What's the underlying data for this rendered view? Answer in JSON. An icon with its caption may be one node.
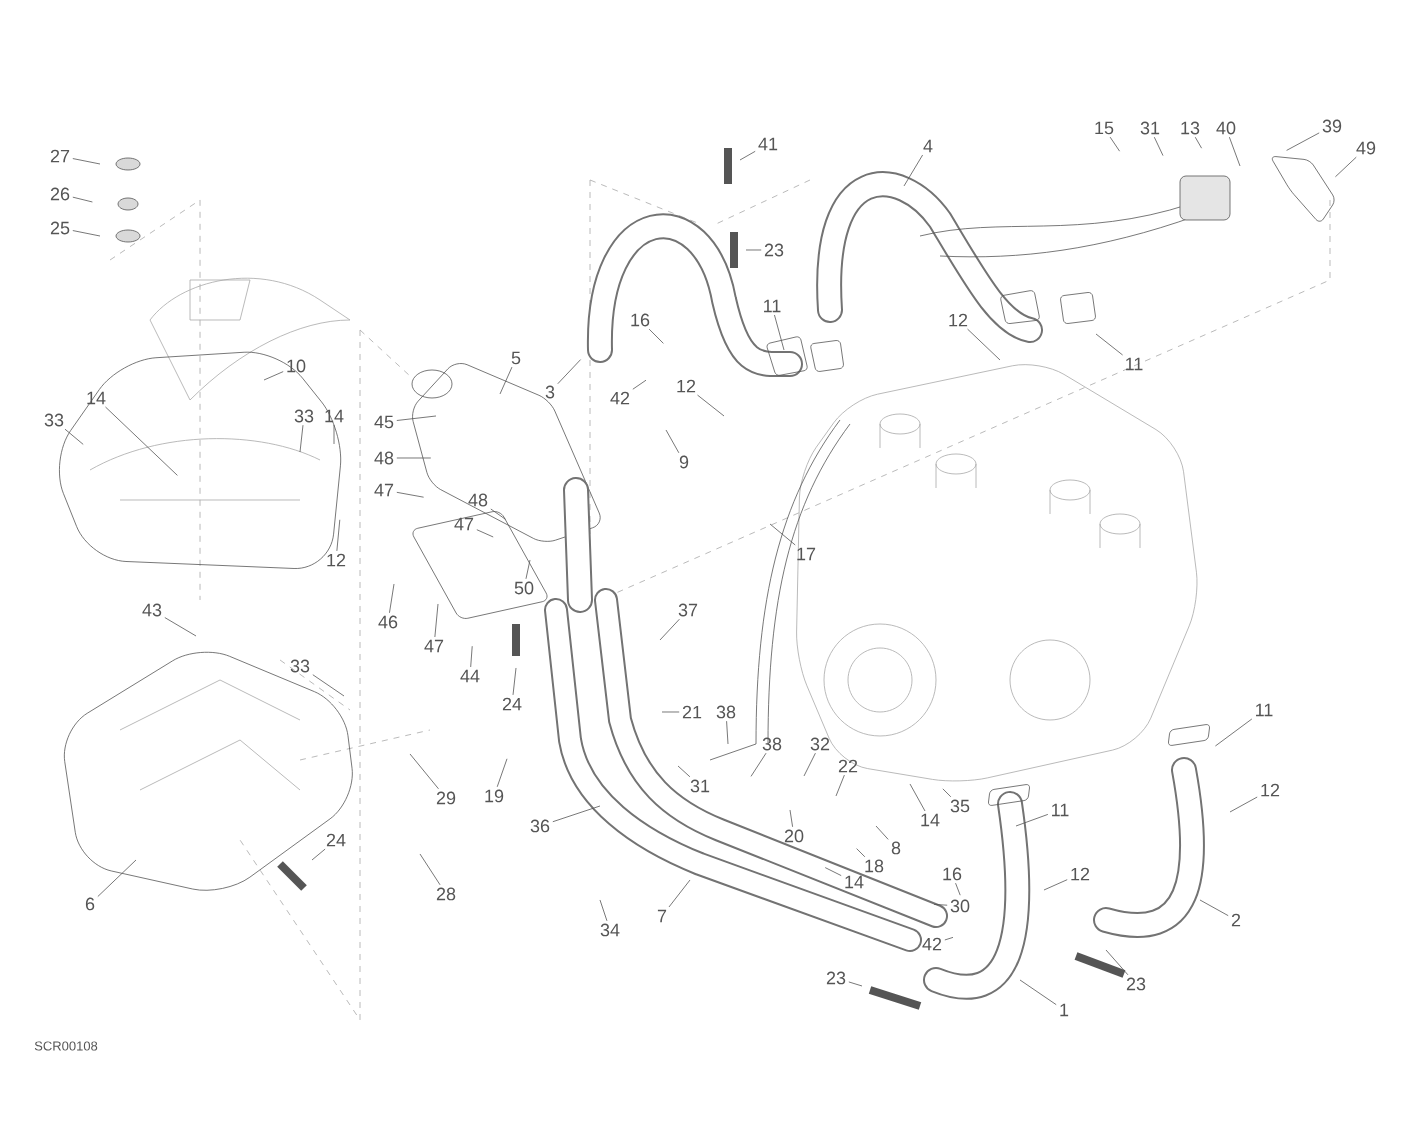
{
  "diagram": {
    "nodes": [
      {
        "text": [
          "27"
        ]
      },
      {
        "text": [
          "26"
        ]
      },
      {
        "text": [
          "25"
        ]
      },
      {
        "text": [
          "10"
        ]
      },
      {
        "text": [
          "14"
        ]
      },
      {
        "text": [
          "33"
        ]
      },
      {
        "text": [
          "33"
        ]
      },
      {
        "text": [
          "14"
        ]
      },
      {
        "text": [
          "12"
        ]
      },
      {
        "text": [
          "43"
        ]
      },
      {
        "text": [
          "33"
        ]
      },
      {
        "text": [
          "29"
        ]
      },
      {
        "text": [
          "24"
        ]
      },
      {
        "text": [
          "28"
        ]
      },
      {
        "text": [
          "6"
        ]
      },
      {
        "text": [
          "5"
        ]
      },
      {
        "text": [
          "3"
        ]
      },
      {
        "text": [
          "41"
        ]
      },
      {
        "text": [
          "23"
        ]
      },
      {
        "text": [
          "16"
        ]
      },
      {
        "text": [
          "11"
        ]
      },
      {
        "text": [
          "12"
        ]
      },
      {
        "text": [
          "42"
        ]
      },
      {
        "text": [
          "9"
        ]
      },
      {
        "text": [
          "45"
        ]
      },
      {
        "text": [
          "48"
        ]
      },
      {
        "text": [
          "47"
        ]
      },
      {
        "text": [
          "48"
        ]
      },
      {
        "text": [
          "47"
        ]
      },
      {
        "text": [
          "46"
        ]
      },
      {
        "text": [
          "47"
        ]
      },
      {
        "text": [
          "44"
        ]
      },
      {
        "text": [
          "50"
        ]
      },
      {
        "text": [
          "24"
        ]
      },
      {
        "text": [
          "37"
        ]
      },
      {
        "text": [
          "21"
        ]
      },
      {
        "text": [
          "38"
        ]
      },
      {
        "text": [
          "19"
        ]
      },
      {
        "text": [
          "36"
        ]
      },
      {
        "text": [
          "31"
        ]
      },
      {
        "text": [
          "38"
        ]
      },
      {
        "text": [
          "32"
        ]
      },
      {
        "text": [
          "20"
        ]
      },
      {
        "text": [
          "22"
        ]
      },
      {
        "text": [
          "8"
        ]
      },
      {
        "text": [
          "18"
        ]
      },
      {
        "text": [
          "14"
        ]
      },
      {
        "text": [
          "14"
        ]
      },
      {
        "text": [
          "35"
        ]
      },
      {
        "text": [
          "16"
        ]
      },
      {
        "text": [
          "30"
        ]
      },
      {
        "text": [
          "42"
        ]
      },
      {
        "text": [
          "34"
        ]
      },
      {
        "text": [
          "7"
        ]
      },
      {
        "text": [
          "23"
        ]
      },
      {
        "text": [
          "1"
        ]
      },
      {
        "text": [
          "23"
        ]
      },
      {
        "text": [
          "2"
        ]
      },
      {
        "text": [
          "12"
        ]
      },
      {
        "text": [
          "11"
        ]
      },
      {
        "text": [
          "11"
        ]
      },
      {
        "text": [
          "12"
        ]
      },
      {
        "text": [
          "17"
        ]
      },
      {
        "text": [
          "4"
        ]
      },
      {
        "text": [
          "12"
        ]
      },
      {
        "text": [
          "11"
        ]
      },
      {
        "text": [
          "15"
        ]
      },
      {
        "text": [
          "31"
        ]
      },
      {
        "text": [
          "13"
        ]
      },
      {
        "text": [
          "40"
        ]
      },
      {
        "text": [
          "39"
        ]
      },
      {
        "text": [
          "49"
        ]
      }
    ],
    "edges": [
      {
        "from": 0,
        "to": null,
        "arrow": "none"
      },
      {
        "from": 1,
        "to": null,
        "arrow": "none"
      },
      {
        "from": 2,
        "to": null,
        "arrow": "none"
      },
      {
        "from": 3,
        "to": null,
        "arrow": "none"
      },
      {
        "from": 4,
        "to": null,
        "arrow": "none"
      },
      {
        "from": 5,
        "to": null,
        "arrow": "none"
      },
      {
        "from": 6,
        "to": null,
        "arrow": "none"
      },
      {
        "from": 7,
        "to": null,
        "arrow": "none"
      },
      {
        "from": 8,
        "to": null,
        "arrow": "none"
      },
      {
        "from": 9,
        "to": null,
        "arrow": "none"
      },
      {
        "from": 10,
        "to": null,
        "arrow": "none"
      },
      {
        "from": 11,
        "to": null,
        "arrow": "none"
      },
      {
        "from": 12,
        "to": null,
        "arrow": "none"
      },
      {
        "from": 13,
        "to": null,
        "arrow": "none"
      },
      {
        "from": 14,
        "to": null,
        "arrow": "none"
      },
      {
        "from": 15,
        "to": null,
        "arrow": "none"
      },
      {
        "from": 16,
        "to": null,
        "arrow": "none"
      },
      {
        "from": 17,
        "to": null,
        "arrow": "none"
      },
      {
        "from": 18,
        "to": null,
        "arrow": "none"
      },
      {
        "from": 19,
        "to": null,
        "arrow": "none"
      },
      {
        "from": 20,
        "to": null,
        "arrow": "none"
      },
      {
        "from": 21,
        "to": null,
        "arrow": "none"
      },
      {
        "from": 22,
        "to": null,
        "arrow": "none"
      },
      {
        "from": 23,
        "to": null,
        "arrow": "none"
      },
      {
        "from": 24,
        "to": null,
        "arrow": "none"
      },
      {
        "from": 25,
        "to": null,
        "arrow": "none"
      },
      {
        "from": 26,
        "to": null,
        "arrow": "none"
      },
      {
        "from": 27,
        "to": null,
        "arrow": "none"
      },
      {
        "from": 28,
        "to": null,
        "arrow": "none"
      },
      {
        "from": 29,
        "to": null,
        "arrow": "none"
      },
      {
        "from": 30,
        "to": null,
        "arrow": "none"
      },
      {
        "from": 31,
        "to": null,
        "arrow": "none"
      },
      {
        "from": 32,
        "to": null,
        "arrow": "none"
      },
      {
        "from": 33,
        "to": null,
        "arrow": "none"
      },
      {
        "from": 34,
        "to": null,
        "arrow": "none"
      },
      {
        "from": 35,
        "to": null,
        "arrow": "none"
      },
      {
        "from": 36,
        "to": null,
        "arrow": "none"
      },
      {
        "from": 37,
        "to": null,
        "arrow": "none"
      },
      {
        "from": 38,
        "to": null,
        "arrow": "none"
      },
      {
        "from": 39,
        "to": null,
        "arrow": "none"
      },
      {
        "from": 40,
        "to": null,
        "arrow": "none"
      },
      {
        "from": 41,
        "to": null,
        "arrow": "none"
      },
      {
        "from": 42,
        "to": null,
        "arrow": "none"
      },
      {
        "from": 43,
        "to": null,
        "arrow": "none"
      },
      {
        "from": 44,
        "to": null,
        "arrow": "none"
      },
      {
        "from": 45,
        "to": null,
        "arrow": "none"
      },
      {
        "from": 46,
        "to": null,
        "arrow": "none"
      },
      {
        "from": 47,
        "to": null,
        "arrow": "none"
      },
      {
        "from": 48,
        "to": null,
        "arrow": "none"
      },
      {
        "from": 49,
        "to": null,
        "arrow": "none"
      },
      {
        "from": 50,
        "to": null,
        "arrow": "none"
      },
      {
        "from": 51,
        "to": null,
        "arrow": "none"
      },
      {
        "from": 52,
        "to": null,
        "arrow": "none"
      },
      {
        "from": 53,
        "to": null,
        "arrow": "none"
      },
      {
        "from": 54,
        "to": null,
        "arrow": "none"
      },
      {
        "from": 55,
        "to": null,
        "arrow": "none"
      },
      {
        "from": 56,
        "to": null,
        "arrow": "none"
      },
      {
        "from": 57,
        "to": null,
        "arrow": "none"
      },
      {
        "from": 58,
        "to": null,
        "arrow": "none"
      },
      {
        "from": 59,
        "to": null,
        "arrow": "none"
      },
      {
        "from": 60,
        "to": null,
        "arrow": "none"
      },
      {
        "from": 61,
        "to": null,
        "arrow": "none"
      },
      {
        "from": 62,
        "to": null,
        "arrow": "none"
      },
      {
        "from": 63,
        "to": null,
        "arrow": "none"
      },
      {
        "from": 64,
        "to": null,
        "arrow": "none"
      },
      {
        "from": 65,
        "to": null,
        "arrow": "none"
      },
      {
        "from": 66,
        "to": null,
        "arrow": "none"
      },
      {
        "from": 67,
        "to": null,
        "arrow": "none"
      },
      {
        "from": 68,
        "to": null,
        "arrow": "none"
      },
      {
        "from": 69,
        "to": null,
        "arrow": "none"
      },
      {
        "from": 70,
        "to": null,
        "arrow": "none"
      },
      {
        "from": 71,
        "to": null,
        "arrow": "none"
      }
    ],
    "labels": [
      "SCR00108"
    ]
  }
}
